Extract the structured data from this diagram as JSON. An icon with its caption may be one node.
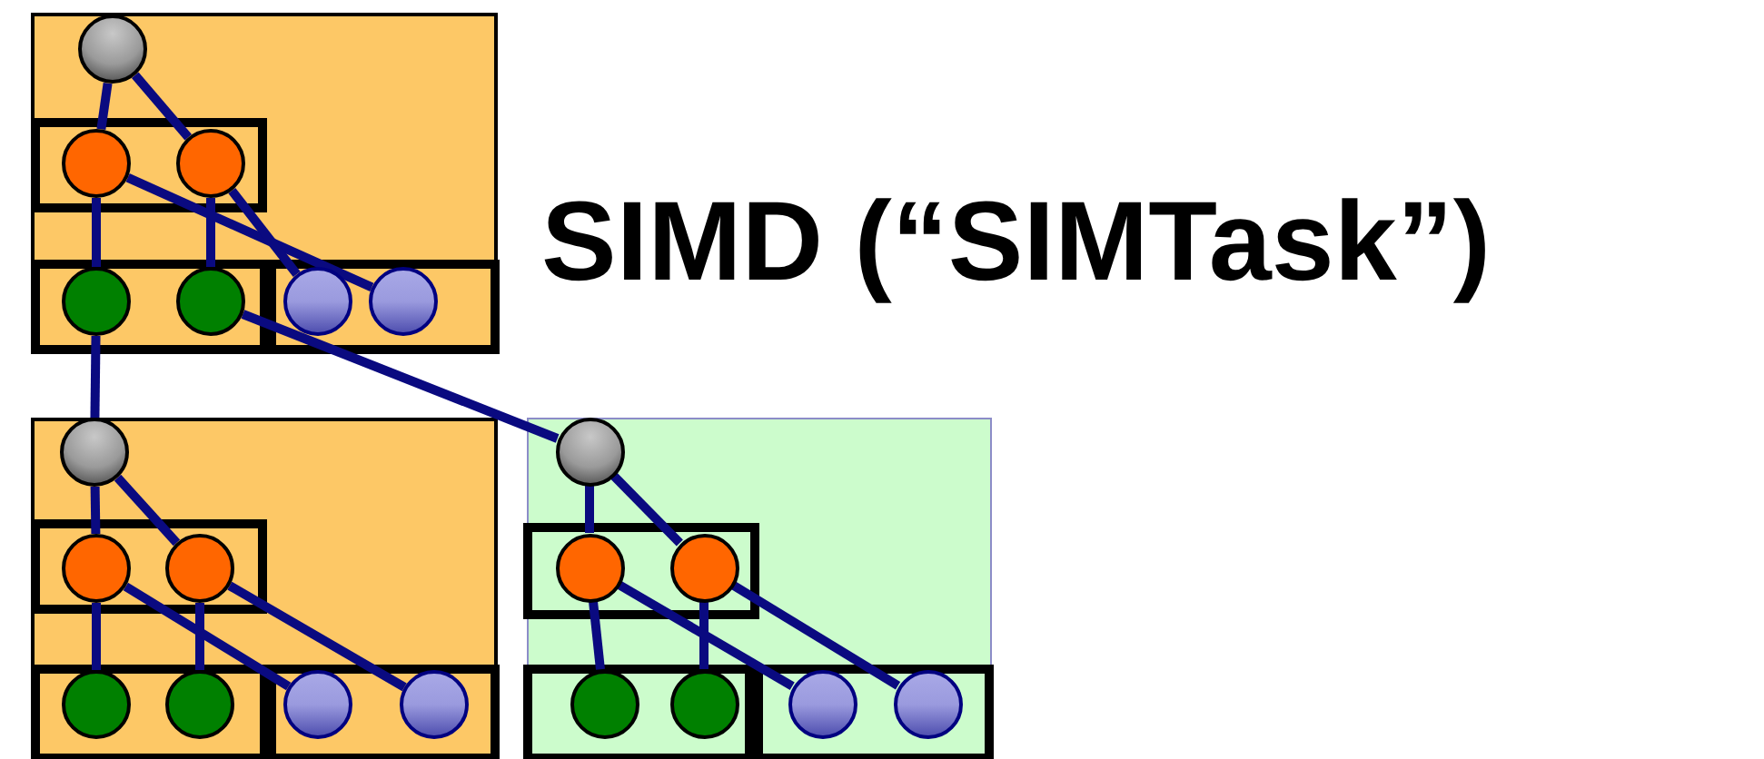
{
  "diagram": {
    "title": "SIMD (“SIMTask”)",
    "nodes": [
      {
        "text": [],
        "shape": "box"
      },
      {
        "text": [],
        "shape": "circle",
        "in": 0
      },
      {
        "text": [],
        "shape": "box",
        "in": 0
      },
      {
        "text": [],
        "shape": "circle",
        "in": 2
      },
      {
        "text": [],
        "shape": "circle",
        "in": 2
      },
      {
        "text": [],
        "shape": "box",
        "in": 0
      },
      {
        "text": [],
        "shape": "circle",
        "in": 5
      },
      {
        "text": [],
        "shape": "circle",
        "in": 5
      },
      {
        "text": [],
        "shape": "box",
        "in": 0
      },
      {
        "text": [],
        "shape": "circle",
        "in": 8
      },
      {
        "text": [],
        "shape": "circle",
        "in": 8
      },
      {
        "text": [],
        "shape": "box"
      },
      {
        "text": [],
        "shape": "circle",
        "in": 11
      },
      {
        "text": [],
        "shape": "box",
        "in": 11
      },
      {
        "text": [],
        "shape": "circle",
        "in": 13
      },
      {
        "text": [],
        "shape": "circle",
        "in": 13
      },
      {
        "text": [],
        "shape": "box",
        "in": 11
      },
      {
        "text": [],
        "shape": "circle",
        "in": 16
      },
      {
        "text": [],
        "shape": "circle",
        "in": 16
      },
      {
        "text": [],
        "shape": "box",
        "in": 11
      },
      {
        "text": [],
        "shape": "circle",
        "in": 19
      },
      {
        "text": [],
        "shape": "circle",
        "in": 19
      },
      {
        "text": [],
        "shape": "box"
      },
      {
        "text": [],
        "shape": "circle",
        "in": 22
      },
      {
        "text": [],
        "shape": "box",
        "in": 22
      },
      {
        "text": [],
        "shape": "circle",
        "in": 24
      },
      {
        "text": [],
        "shape": "circle",
        "in": 24
      },
      {
        "text": [],
        "shape": "box",
        "in": 22
      },
      {
        "text": [],
        "shape": "circle",
        "in": 27
      },
      {
        "text": [],
        "shape": "circle",
        "in": 27
      },
      {
        "text": [],
        "shape": "box",
        "in": 22
      },
      {
        "text": [],
        "shape": "circle",
        "in": 30
      },
      {
        "text": [],
        "shape": "circle",
        "in": 30
      }
    ],
    "edges": [
      {
        "from": 1,
        "to": 3,
        "arrow": "none"
      },
      {
        "from": 1,
        "to": 4,
        "arrow": "none"
      },
      {
        "from": 3,
        "to": 6,
        "arrow": "none"
      },
      {
        "from": 4,
        "to": 7,
        "arrow": "none"
      },
      {
        "from": 3,
        "to": 10,
        "arrow": "none"
      },
      {
        "from": 4,
        "to": 9,
        "arrow": "none"
      },
      {
        "from": 6,
        "to": 12,
        "arrow": "none"
      },
      {
        "from": 7,
        "to": 23,
        "arrow": "none"
      },
      {
        "from": 12,
        "to": 14,
        "arrow": "none"
      },
      {
        "from": 12,
        "to": 15,
        "arrow": "none"
      },
      {
        "from": 14,
        "to": 17,
        "arrow": "none"
      },
      {
        "from": 15,
        "to": 18,
        "arrow": "none"
      },
      {
        "from": 14,
        "to": 20,
        "arrow": "none"
      },
      {
        "from": 15,
        "to": 21,
        "arrow": "none"
      },
      {
        "from": 23,
        "to": 25,
        "arrow": "none"
      },
      {
        "from": 23,
        "to": 26,
        "arrow": "none"
      },
      {
        "from": 25,
        "to": 28,
        "arrow": "none"
      },
      {
        "from": 26,
        "to": 29,
        "arrow": "none"
      },
      {
        "from": 25,
        "to": 31,
        "arrow": "none"
      },
      {
        "from": 26,
        "to": 32,
        "arrow": "none"
      }
    ]
  }
}
